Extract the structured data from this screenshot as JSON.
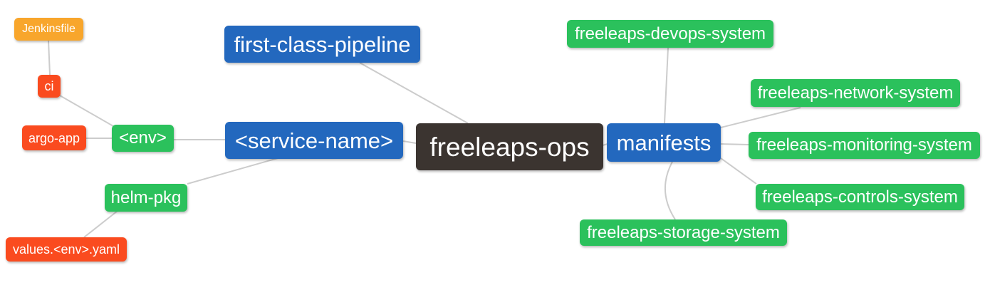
{
  "diagram": {
    "type": "mindmap",
    "root_label": "freeleaps-ops"
  },
  "nodes": {
    "freeleaps_ops": {
      "label": "freeleaps-ops",
      "level": "root"
    },
    "first_class_pipeline": {
      "label": "first-class-pipeline",
      "level": "branch"
    },
    "service_name": {
      "label": "<service-name>",
      "level": "branch"
    },
    "manifests": {
      "label": "manifests",
      "level": "branch"
    },
    "env": {
      "label": "<env>",
      "level": "leaf2"
    },
    "helm_pkg": {
      "label": "helm-pkg",
      "level": "leaf2"
    },
    "devops_system": {
      "label": "freeleaps-devops-system",
      "level": "leaf2"
    },
    "network_system": {
      "label": "freeleaps-network-system",
      "level": "leaf2"
    },
    "monitoring_system": {
      "label": "freeleaps-monitoring-system",
      "level": "leaf2"
    },
    "controls_system": {
      "label": "freeleaps-controls-system",
      "level": "leaf2"
    },
    "storage_system": {
      "label": "freeleaps-storage-system",
      "level": "leaf2"
    },
    "ci": {
      "label": "ci",
      "level": "leaf3"
    },
    "argo_app": {
      "label": "argo-app",
      "level": "leaf3"
    },
    "values_env_yaml": {
      "label": "values.<env>.yaml",
      "level": "leaf3"
    },
    "jenkinsfile": {
      "label": "Jenkinsfile",
      "level": "leaf4"
    }
  },
  "edges": [
    {
      "from": "jenkinsfile",
      "to": "ci"
    },
    {
      "from": "ci",
      "to": "env"
    },
    {
      "from": "argo_app",
      "to": "env"
    },
    {
      "from": "env",
      "to": "service_name"
    },
    {
      "from": "helm_pkg",
      "to": "service_name"
    },
    {
      "from": "values_env_yaml",
      "to": "helm_pkg"
    },
    {
      "from": "first_class_pipeline",
      "to": "freeleaps_ops"
    },
    {
      "from": "service_name",
      "to": "freeleaps_ops"
    },
    {
      "from": "freeleaps_ops",
      "to": "manifests"
    },
    {
      "from": "manifests",
      "to": "devops_system"
    },
    {
      "from": "manifests",
      "to": "network_system"
    },
    {
      "from": "manifests",
      "to": "monitoring_system"
    },
    {
      "from": "manifests",
      "to": "controls_system"
    },
    {
      "from": "manifests",
      "to": "storage_system"
    }
  ],
  "colors": {
    "root": "#3B3430",
    "branch": "#2368BE",
    "leaf2": "#2BC15C",
    "leaf3": "#FA4B1F",
    "leaf4": "#F8A62C",
    "edge": "#CCCCCC",
    "text": "#FFFFFF",
    "background": "#FFFFFF"
  }
}
